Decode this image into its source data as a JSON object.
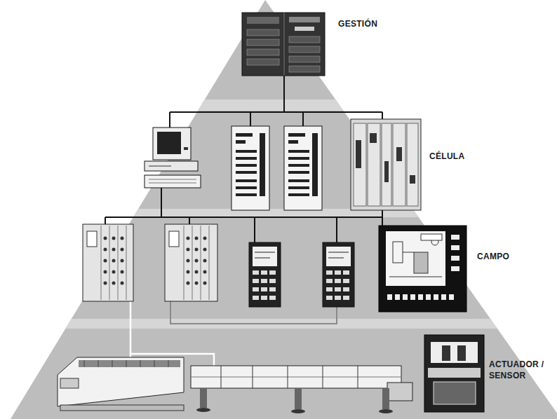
{
  "diagram": {
    "labels": [
      "GESTIÓN",
      "CÉLULA",
      "CAMPO",
      "ACTUADOR / SENSOR"
    ]
  }
}
